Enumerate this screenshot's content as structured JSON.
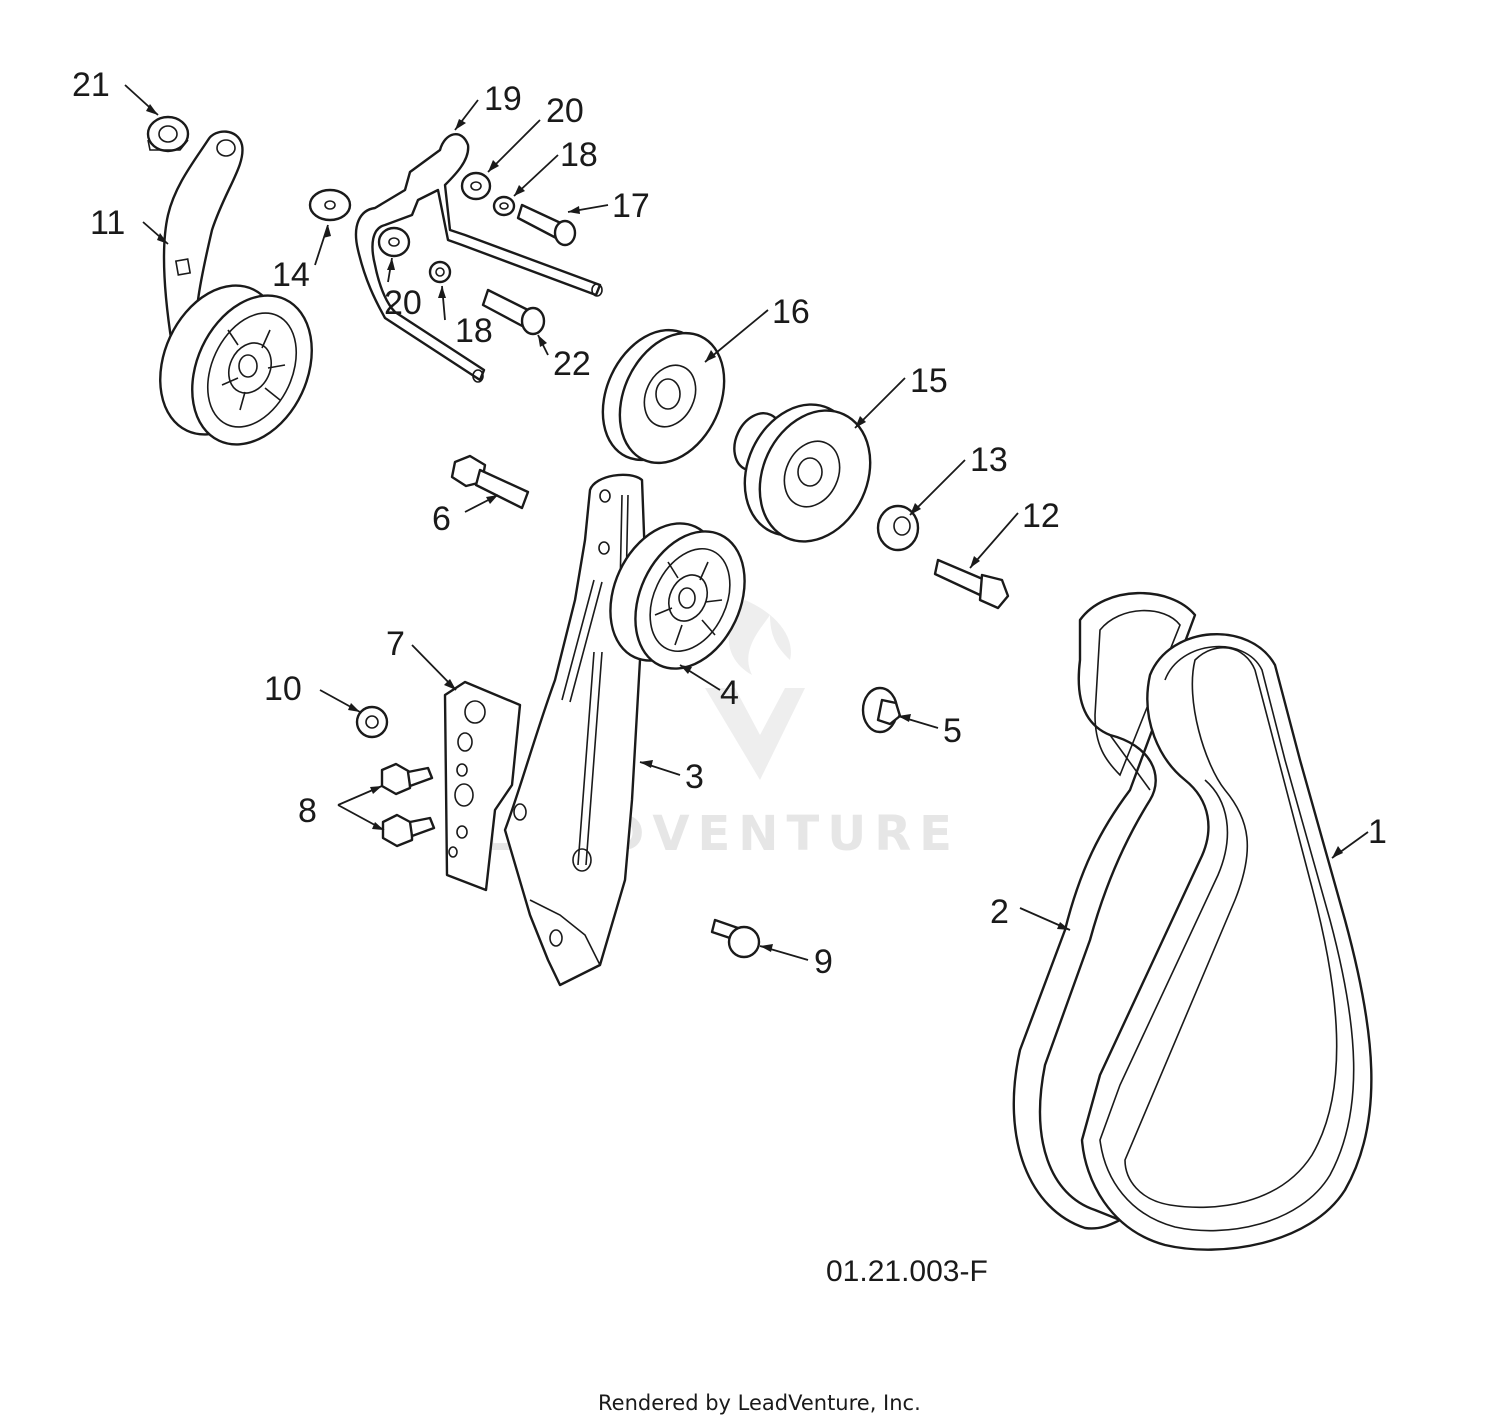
{
  "callouts": [
    "1",
    "2",
    "3",
    "4",
    "5",
    "6",
    "7",
    "8",
    "9",
    "10",
    "11",
    "12",
    "13",
    "14",
    "15",
    "16",
    "17",
    "18",
    "18",
    "19",
    "20",
    "20",
    "21",
    "22"
  ],
  "diagram_code": "01.21.003-F",
  "watermark_text": "LEADVENTURE",
  "footer_text": "Rendered by LeadVenture, Inc."
}
